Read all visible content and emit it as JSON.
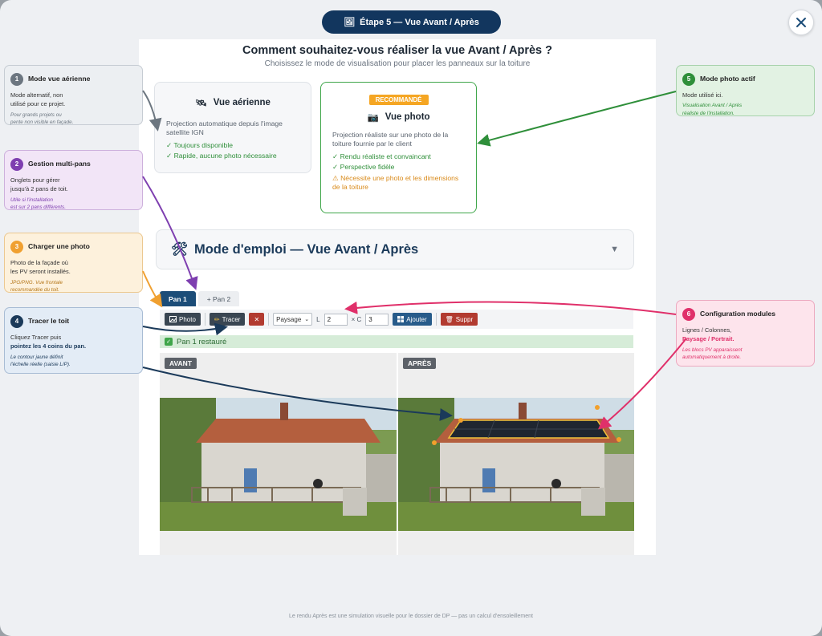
{
  "step_pill": {
    "icon": "🖼",
    "label": "Étape 5 — Vue Avant / Après"
  },
  "page": {
    "title": "Comment souhaitez-vous réaliser la vue Avant / Après ?",
    "subtitle": "Choisissez le mode de visualisation pour placer les panneaux sur la toiture"
  },
  "cards": {
    "aerial": {
      "icon": "🛰",
      "title": "Vue aérienne",
      "desc": "Projection automatique depuis l'image satellite IGN",
      "pros": [
        "✓ Toujours disponible",
        "✓ Rapide, aucune photo nécessaire"
      ]
    },
    "photo": {
      "badge": "RECOMMANDÉ",
      "icon": "📷",
      "title": "Vue photo",
      "desc": "Projection réaliste sur une photo de la toiture fournie par le client",
      "pros": [
        "✓ Rendu réaliste et convaincant",
        "✓ Perspective fidèle"
      ],
      "warn": "⚠ Nécessite une photo et les dimensions de la toiture"
    }
  },
  "accordion": {
    "icon": "🛠",
    "title": "Mode d'emploi — Vue Avant / Après"
  },
  "tabs": [
    {
      "label": "Pan 1"
    },
    {
      "label": "+ Pan 2"
    }
  ],
  "toolbar": {
    "photo_label": "Photo",
    "tracer_label": "Tracer",
    "clear_label": "✕",
    "orientation": "Paysage",
    "rows_label": "L",
    "rows_value": "2",
    "cols_label": "× C",
    "cols_value": "3",
    "add_label": "Ajouter",
    "delete_label": "Suppr"
  },
  "status": {
    "text": "Pan 1 restauré"
  },
  "panes": {
    "before": "AVANT",
    "after": "APRÈS"
  },
  "footer": "Le rendu Après est une simulation visuelle pour le dossier de DP — pas un calcul d'ensoleillement",
  "annotations": [
    {
      "num": "1",
      "title": "Mode vue aérienne",
      "lines": [
        "Mode alternatif, non",
        "utilisé pour ce projet."
      ],
      "hint": [
        "Pour grands projets ou",
        "pente non visible en façade."
      ]
    },
    {
      "num": "2",
      "title": "Gestion multi-pans",
      "lines": [
        "Onglets pour gérer",
        "jusqu'à 2 pans de toit."
      ],
      "hint": [
        "Utile si l'installation",
        "est sur 2 pans différents."
      ]
    },
    {
      "num": "3",
      "title": "Charger une photo",
      "lines": [
        "Photo de la façade où",
        "les PV seront installés."
      ],
      "hint": [
        "JPG/PNG. Vue frontale",
        "recommandée du toit."
      ]
    },
    {
      "num": "4",
      "title": "Tracer le toit",
      "lines": [
        "Cliquez Tracer puis"
      ],
      "bold": "pointez les 4 coins du pan.",
      "hint": [
        "Le contour jaune définit",
        "l'échelle réelle (saisie L/P)."
      ]
    },
    {
      "num": "5",
      "title": "Mode photo actif",
      "lines": [
        "Mode utilisé ici."
      ],
      "hint": [
        "Visualisation Avant / Après",
        "réaliste de l'installation."
      ]
    },
    {
      "num": "6",
      "title": "Configuration modules",
      "lines": [
        "Lignes / Colonnes,"
      ],
      "bold": "Paysage / Portrait.",
      "hint": [
        "Les blocs PV apparaissent",
        "automatiquement à droite."
      ]
    }
  ],
  "colors": {
    "navy": "#12365e",
    "green": "#3fa64a",
    "purple": "#7e3fb0",
    "orange": "#f0a030",
    "blue_dark": "#1b3a5a",
    "magenta": "#e0306a",
    "gray": "#6c7680"
  }
}
